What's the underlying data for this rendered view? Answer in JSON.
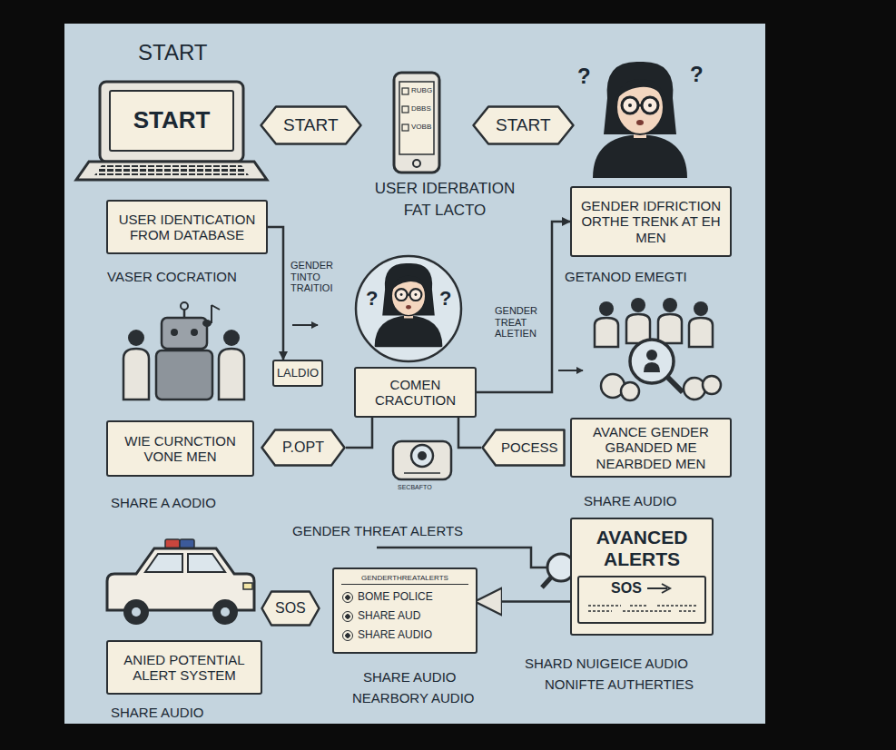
{
  "diagram": {
    "title": "START",
    "nodes": [
      {
        "text": [
          "START"
        ]
      },
      {
        "text": [
          "START"
        ]
      },
      {
        "text": [
          "START"
        ]
      },
      {
        "text": [
          "USER IDENTICATION FROM DATABASE"
        ]
      },
      {
        "text": [
          "GENDER IDFRICTION ORTHE TRENK AT EH MEN"
        ]
      },
      {
        "text": [
          "LALDIO"
        ]
      },
      {
        "text": [
          "COMEN CRACUTION"
        ]
      },
      {
        "text": [
          "WIE CURNCTION VONE MEN"
        ]
      },
      {
        "text": [
          "P.OPT"
        ]
      },
      {
        "text": [
          "POCESS"
        ]
      },
      {
        "text": [
          "AVANCE GENDER GBANDED ME NEARBDED MEN"
        ]
      },
      {
        "text": [
          "AVANCED ALERTS",
          "SOS"
        ]
      },
      {
        "text": [
          "SOS"
        ]
      },
      {
        "text": [
          "GENDERTHREATALERTS",
          "BOME POLICE",
          "SHARE AUD",
          "SHARE AUDIO"
        ]
      },
      {
        "text": [
          "ANIED POTENTIAL ALERT SYSTEM"
        ]
      }
    ],
    "edges": [
      {
        "from": 3,
        "to": 5,
        "arrow": "to"
      },
      {
        "from": 6,
        "to": 4,
        "arrow": "to"
      },
      {
        "from": 8,
        "to": 6,
        "arrow": "none"
      },
      {
        "from": 9,
        "to": 6,
        "arrow": "none"
      },
      {
        "from": 11,
        "to": 13,
        "arrow": "to"
      }
    ],
    "labels": [
      "RUBG",
      "DBBS",
      "VOBB",
      "?",
      "?",
      "USER IDERBATION",
      "FAT LACTO",
      "VASER COCRATION",
      "GENDER TINTO TRAITIOI",
      "GETANOD EMEGTI",
      "?",
      "?",
      "GENDER TREAT ALETIEN",
      "SECBAFTO",
      "SHARE A AODIO",
      "SHARE AUDIO",
      "GENDER THREAT ALERTS",
      "SHARD NUIGEICE AUDIO",
      "NONIFTE AUTHERTIES",
      "SHARE AUDIO",
      "NEARBORY AUDIO",
      "SHARE AUDIO"
    ]
  }
}
